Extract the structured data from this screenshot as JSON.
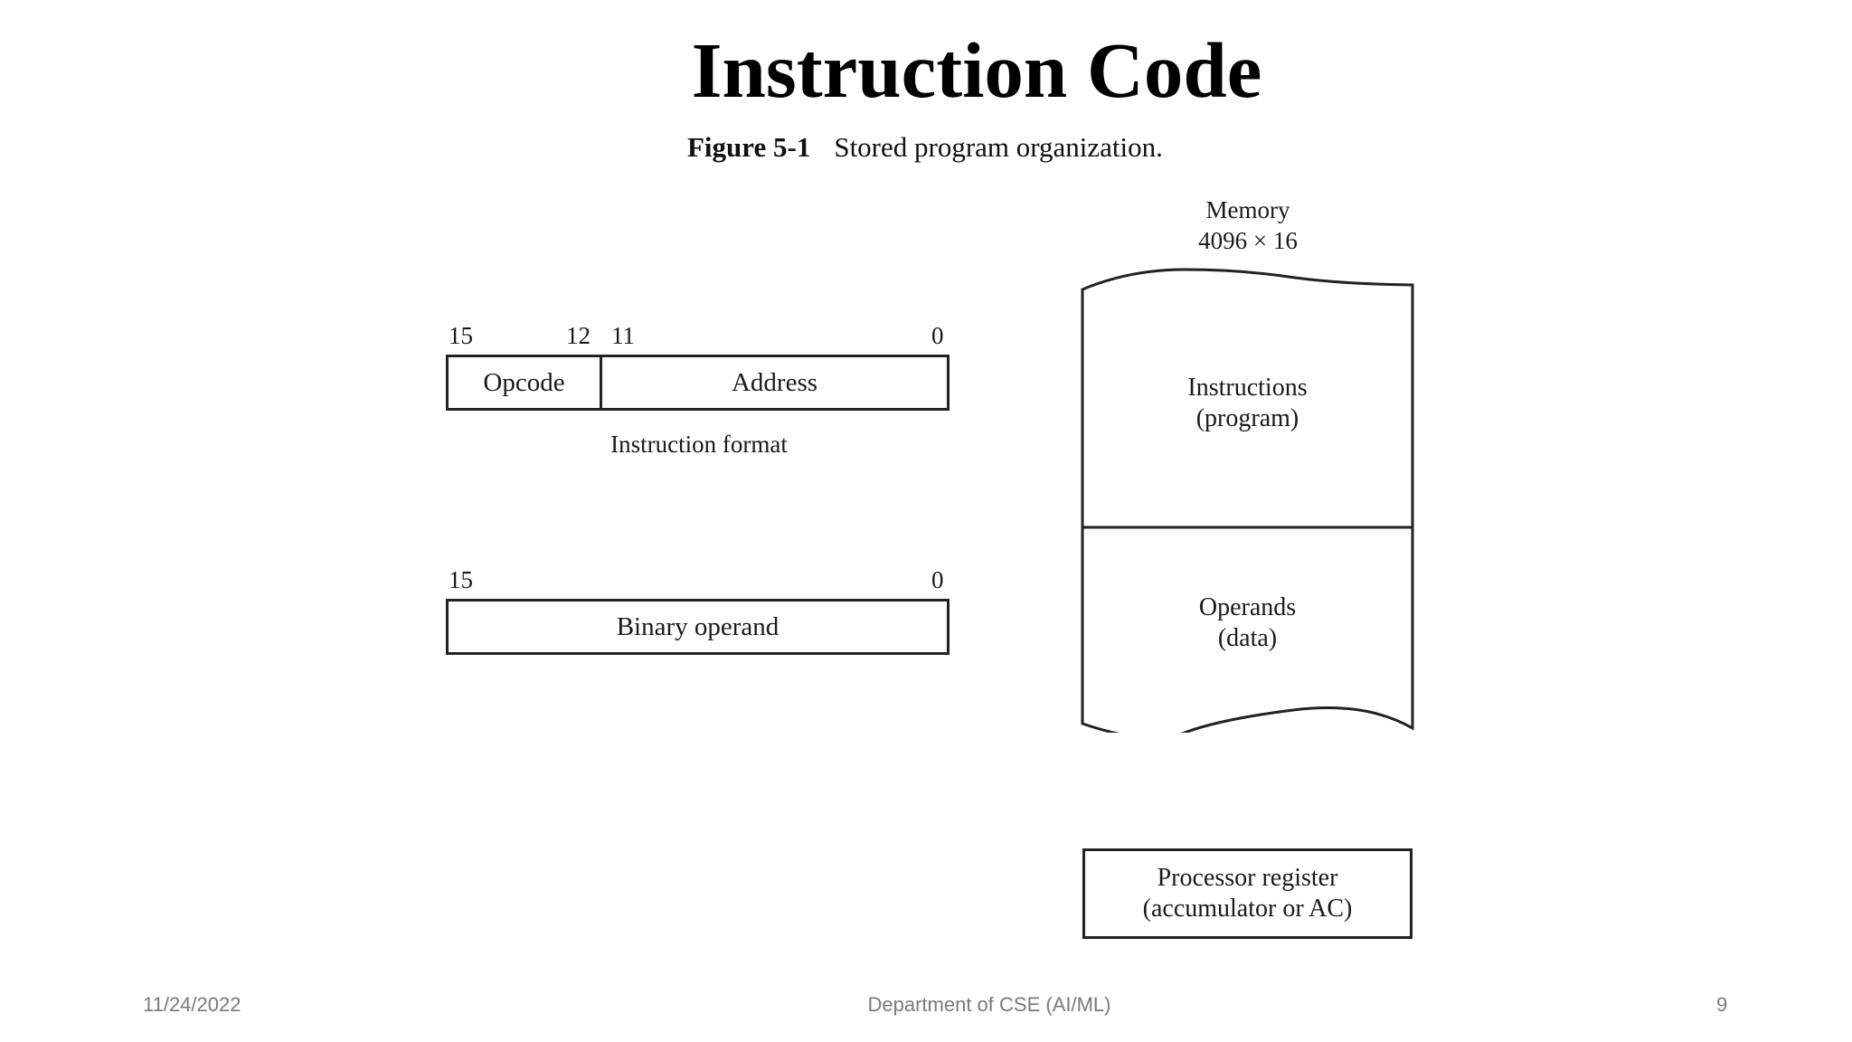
{
  "slide": {
    "title": "Instruction Code",
    "figure_number": "Figure 5-1",
    "figure_caption": "Stored program organization."
  },
  "instruction_format": {
    "bit_labels": [
      "15",
      "12",
      "11",
      "0"
    ],
    "fields": [
      "Opcode",
      "Address"
    ],
    "label": "Instruction format"
  },
  "binary_operand": {
    "bit_labels": [
      "15",
      "0"
    ],
    "field": "Binary operand"
  },
  "memory": {
    "heading_line1": "Memory",
    "heading_line2": "4096 × 16",
    "section1_line1": "Instructions",
    "section1_line2": "(program)",
    "section2_line1": "Operands",
    "section2_line2": "(data)"
  },
  "processor_register": {
    "line1": "Processor register",
    "line2": "(accumulator or AC)"
  },
  "footer": {
    "date": "11/24/2022",
    "department": "Department of CSE (AI/ML)",
    "page": "9"
  }
}
